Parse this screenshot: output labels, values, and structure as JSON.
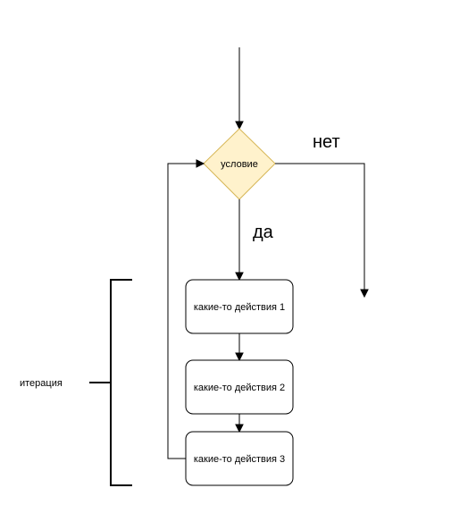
{
  "diagram": {
    "decision": {
      "label": "условие"
    },
    "edges": {
      "yes_label": "да",
      "no_label": "нет"
    },
    "steps": [
      {
        "label": "какие-то действия 1"
      },
      {
        "label": "какие-то действия 2"
      },
      {
        "label": "какие-то действия 3"
      }
    ],
    "brace": {
      "label": "итерация"
    },
    "colors": {
      "decision_fill": "#fff2cc",
      "decision_stroke": "#d6b656",
      "line": "#000000"
    }
  }
}
